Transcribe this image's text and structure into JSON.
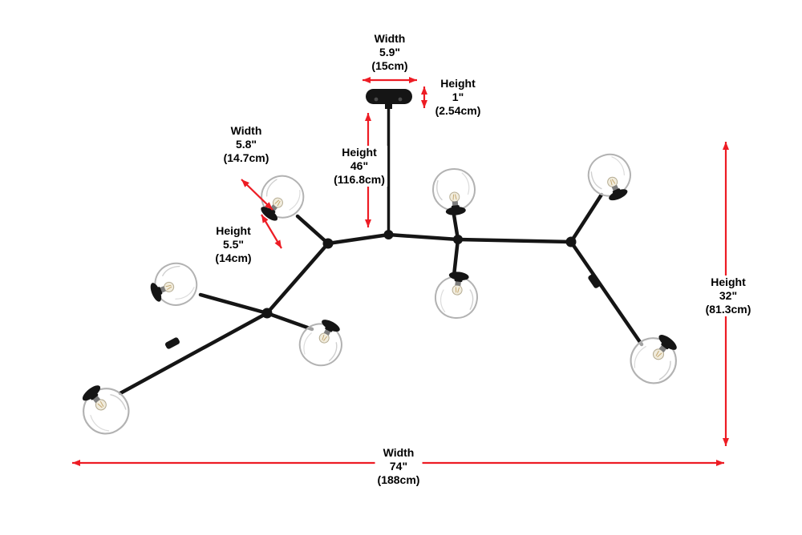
{
  "page": {
    "background": "#ffffff",
    "accent_color": "#ed1c24",
    "line_color": "#151515"
  },
  "annotations": {
    "canopy_width": {
      "label": "Width",
      "value": "5.9\"",
      "metric": "(15cm)"
    },
    "canopy_height": {
      "label": "Height",
      "value": "1\"",
      "metric": "(2.54cm)"
    },
    "stem_height": {
      "label": "Height",
      "value": "46\"",
      "metric": "(116.8cm)"
    },
    "shade_width": {
      "label": "Width",
      "value": "5.8\"",
      "metric": "(14.7cm)"
    },
    "shade_height": {
      "label": "Height",
      "value": "5.5\"",
      "metric": "(14cm)"
    },
    "fixture_height": {
      "label": "Height",
      "value": "32\"",
      "metric": "(81.3cm)"
    },
    "fixture_width": {
      "label": "Width",
      "value": "74\"",
      "metric": "(188cm)"
    }
  }
}
